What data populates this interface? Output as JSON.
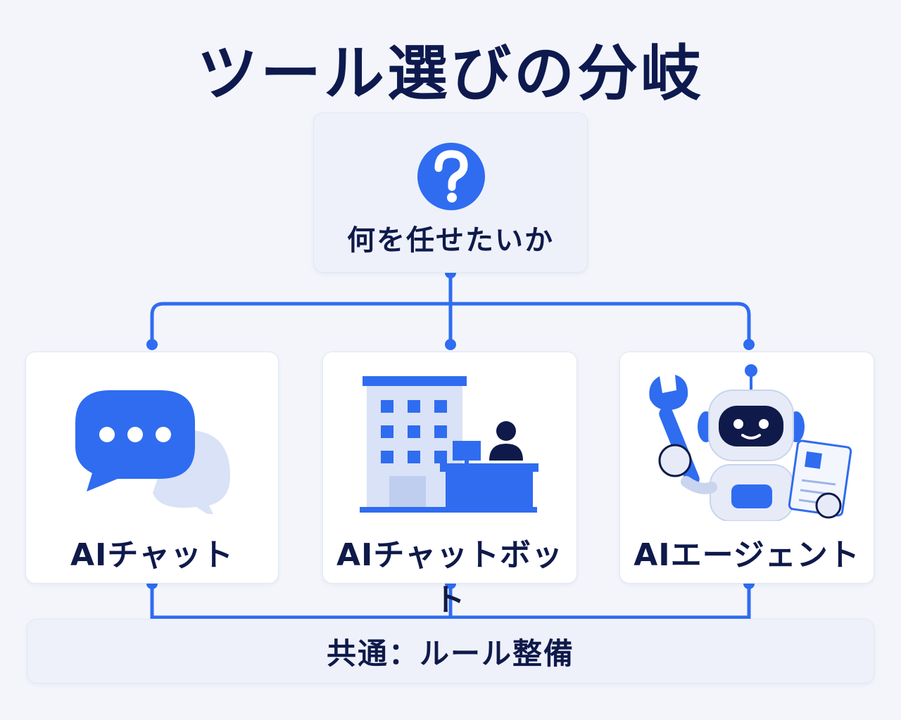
{
  "title": "ツール選びの分岐",
  "root": {
    "label": "何を任せたいか",
    "icon": "question-mark-icon"
  },
  "options": [
    {
      "label": "AIチャット",
      "icon": "chat-bubbles-icon"
    },
    {
      "label": "AIチャットボット",
      "icon": "building-reception-icon"
    },
    {
      "label": "AIエージェント",
      "icon": "robot-wrench-icon"
    }
  ],
  "common": {
    "label": "共通：ルール整備"
  },
  "colors": {
    "accent": "#2f6cf0",
    "accent_light": "#d9e2f7",
    "navy": "#0f1a4a",
    "background": "#f3f5fb",
    "card": "#ffffff"
  }
}
